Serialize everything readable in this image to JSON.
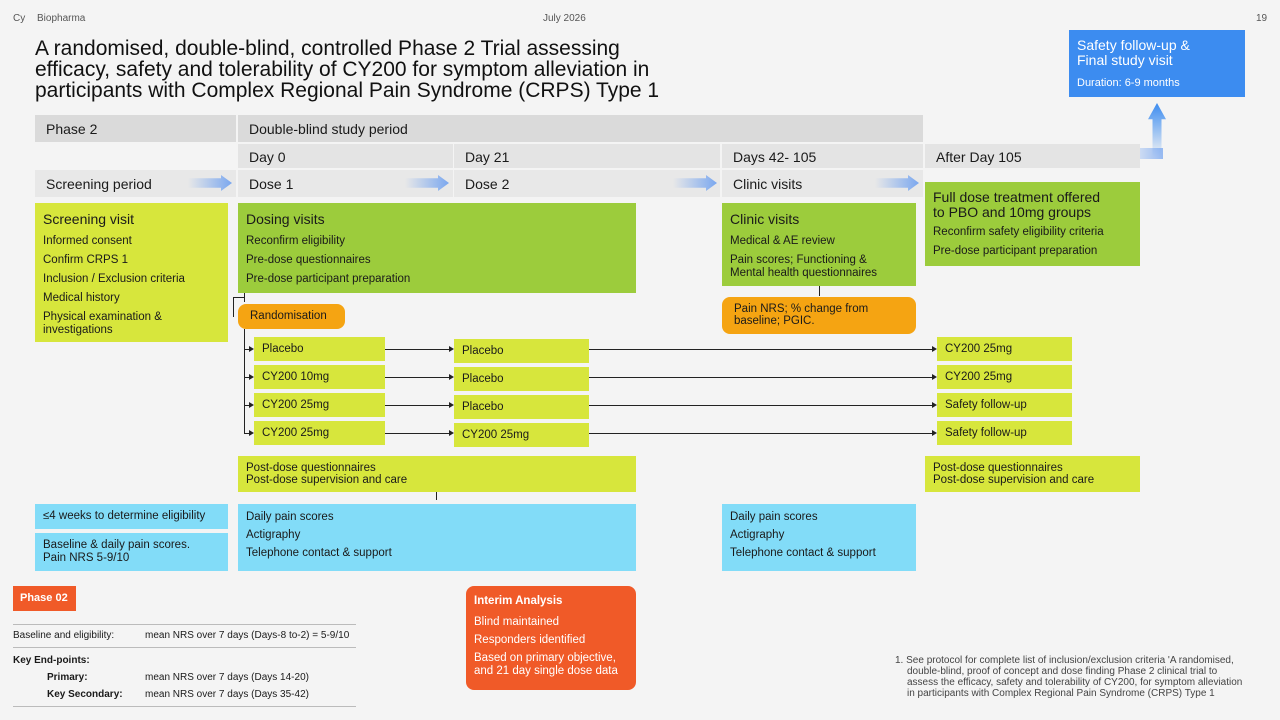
{
  "header": {
    "logo": "Cy",
    "company": "Biopharma",
    "date": "July 2026",
    "page": "19"
  },
  "title": [
    "A randomised, double-blind, controlled Phase 2 Trial assessing",
    "efficacy, safety and tolerability of CY200 for symptom alleviation in",
    "participants with Complex Regional Pain Syndrome (CRPS) Type 1"
  ],
  "safety_box": {
    "title": "Safety follow-up &",
    "title2": "Final study visit",
    "duration": "Duration: 6-9 months"
  },
  "bars": {
    "phase": "Phase 2",
    "double_blind": "Double-blind study period",
    "day0": "Day 0",
    "day21": "Day 21",
    "days42": "Days 42- 105",
    "after": "After Day 105"
  },
  "periods": {
    "screening": "Screening period",
    "dose1": "Dose 1",
    "dose2": "Dose 2",
    "clinic": "Clinic visits"
  },
  "screening_visit": {
    "title": "Screening visit",
    "items": [
      "Informed consent",
      "Confirm CRPS 1",
      "Inclusion / Exclusion criteria",
      "Medical history",
      "Physical examination &",
      "investigations"
    ]
  },
  "dosing_visits": {
    "title": "Dosing visits",
    "items": [
      "Reconfirm eligibility",
      "Pre-dose questionnaires",
      "Pre-dose participant preparation"
    ]
  },
  "clinic_visits": {
    "title": "Clinic visits",
    "items": [
      "Medical & AE review",
      "Pain scores; Functioning &",
      "Mental health questionnaires"
    ]
  },
  "full_dose": {
    "title": "Full dose treatment offered",
    "title2": "to PBO and 10mg groups",
    "items": [
      "Reconfirm safety eligibility criteria",
      "Pre-dose participant preparation"
    ]
  },
  "randomisation": "Randomisation",
  "pain_nrs": [
    "Pain NRS; % change from",
    "baseline; PGIC."
  ],
  "arms": {
    "col1": [
      "Placebo",
      "CY200 10mg",
      "CY200 25mg",
      "CY200 25mg"
    ],
    "col2": [
      "Placebo",
      "Placebo",
      "Placebo",
      "CY200 25mg"
    ],
    "col3": [
      "CY200 25mg",
      "CY200 25mg",
      "Safety follow-up",
      "Safety follow-up"
    ]
  },
  "post_dose": [
    "Post-dose questionnaires",
    "Post-dose supervision and care"
  ],
  "eligibility": "≤4 weeks to determine eligibility",
  "baseline": [
    "Baseline & daily pain scores.",
    "Pain NRS 5-9/10"
  ],
  "daily": [
    "Daily pain scores",
    "Actigraphy",
    "Telephone contact & support"
  ],
  "interim": {
    "title": "Interim Analysis",
    "items": [
      "Blind maintained",
      "Responders identified",
      "Based on primary objective,",
      "and 21 day single dose data"
    ]
  },
  "phase_badge": "Phase 02",
  "table": {
    "baseline_label": "Baseline and eligibility:",
    "baseline_value": "mean NRS over 7 days (Days-8 to-2) = 5-9/10",
    "key_label": "Key End-points:",
    "primary_label": "Primary:",
    "primary_value": "mean NRS over 7 days (Days 14-20)",
    "secondary_label": "Key Secondary:",
    "secondary_value": "mean NRS over 7 days (Days 35-42)"
  },
  "footnote": [
    "1. See protocol for complete list of inclusion/exclusion criteria 'A randomised,",
    "double-blind, proof of concept and dose finding Phase 2 clinical trial to",
    "assess the efficacy, safety and tolerability of CY200, for symptom alleviation",
    "in participants with Complex Regional Pain Syndrome (CRPS) Type 1"
  ]
}
